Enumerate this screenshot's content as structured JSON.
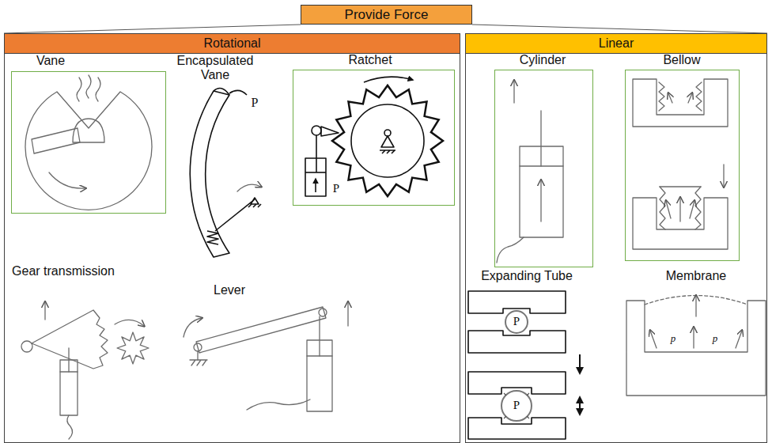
{
  "diagram": {
    "nodes": [
      {
        "text": [
          "Provide Force"
        ]
      },
      {
        "text": [
          "Rotational"
        ]
      },
      {
        "text": [
          "Linear"
        ]
      },
      {
        "text": [
          "Vane"
        ],
        "in": 1
      },
      {
        "text": [
          "Ratchet"
        ],
        "in": 1
      },
      {
        "text": [
          "Cylinder"
        ],
        "in": 2
      },
      {
        "text": [
          "Bellow"
        ],
        "in": 2
      }
    ],
    "edges": [
      {
        "from": 0,
        "to": 1,
        "arrow": "none"
      },
      {
        "from": 0,
        "to": 2,
        "arrow": "none"
      }
    ],
    "labels": [
      "Encapsulated Vane",
      "Gear transmission",
      "Lever",
      "Expanding Tube",
      "Membrane",
      "P",
      "P",
      "P",
      "P",
      "p",
      "p"
    ]
  }
}
